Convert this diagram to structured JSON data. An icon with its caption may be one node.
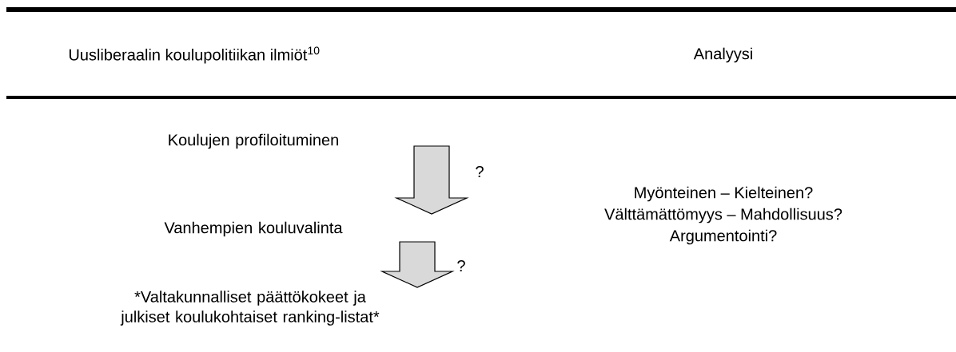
{
  "diagram": {
    "nodes": [
      {
        "text": [
          "Koulujen profiloituminen"
        ]
      },
      {
        "text": [
          "Vanhempien kouluvalinta"
        ]
      },
      {
        "text": [
          "*Valtakunnalliset päättökokeet ja julkiset koulukohtaiset ranking-listat*"
        ]
      }
    ],
    "edges": [
      {
        "from": 0,
        "to": 1,
        "arrow": "to",
        "label": "?"
      },
      {
        "from": 1,
        "to": 2,
        "arrow": "to",
        "label": "?"
      }
    ],
    "labels": [
      "Uusliberaalin koulupolitiikan ilmiöt$^{10}$",
      "Analyysi",
      "Myönteinen – Kielteinen?",
      "Välttämättömyys – Mahdollisuus?",
      "Argumentointi?"
    ]
  }
}
